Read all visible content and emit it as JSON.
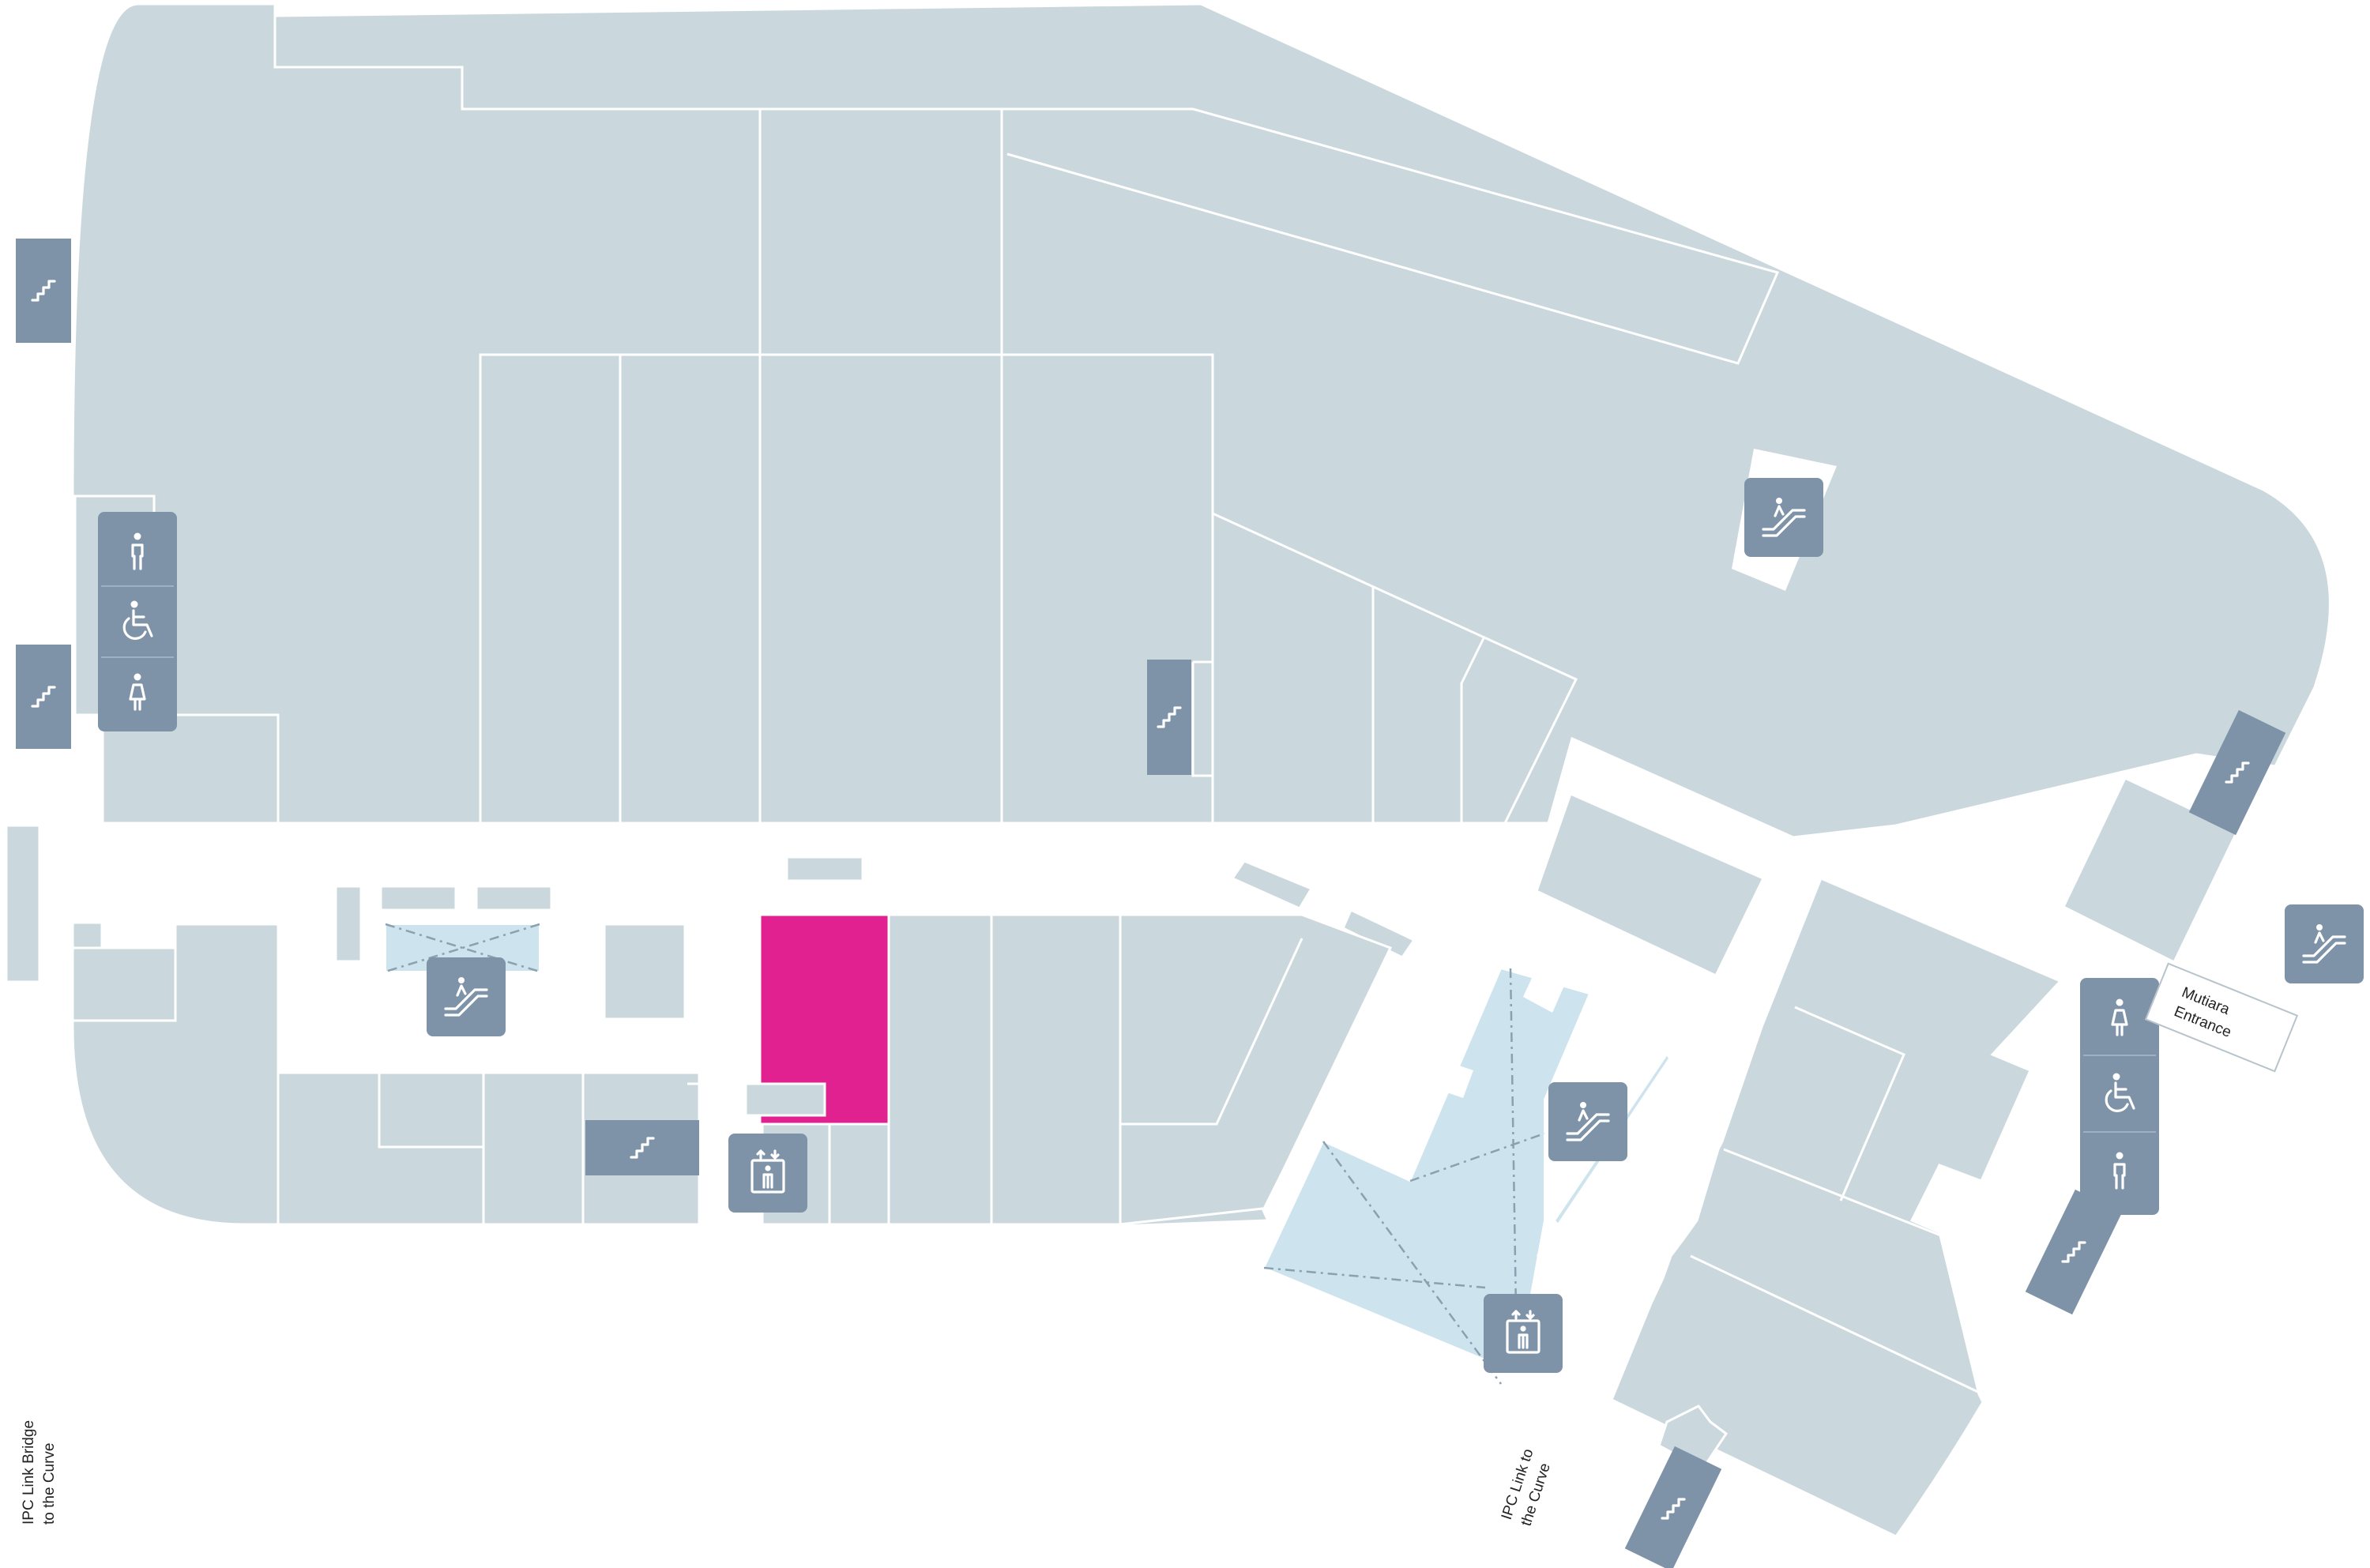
{
  "map": {
    "labels": {
      "ipc_link_bridge_line1": "IPC Link Bridge",
      "ipc_link_bridge_line2": "to the Curve",
      "ipc_link_line1": "IPC Link to",
      "ipc_link_line2": "the Curve",
      "mutiara_line1": "Mutiara",
      "mutiara_line2": "Entrance"
    },
    "icons": {
      "stairs": "stairs-icon",
      "escalator": "escalator-icon",
      "lift": "lift-icon",
      "male_toilet": "male-toilet-icon",
      "female_toilet": "female-toilet-icon",
      "accessible_toilet": "wheelchair-icon"
    },
    "colors": {
      "unit": "#cad8de",
      "highlighted_unit": "#e22190",
      "atrium_void": "#cde3ee",
      "icon_tile": "#7e93a7",
      "background": "#ffffff"
    }
  }
}
